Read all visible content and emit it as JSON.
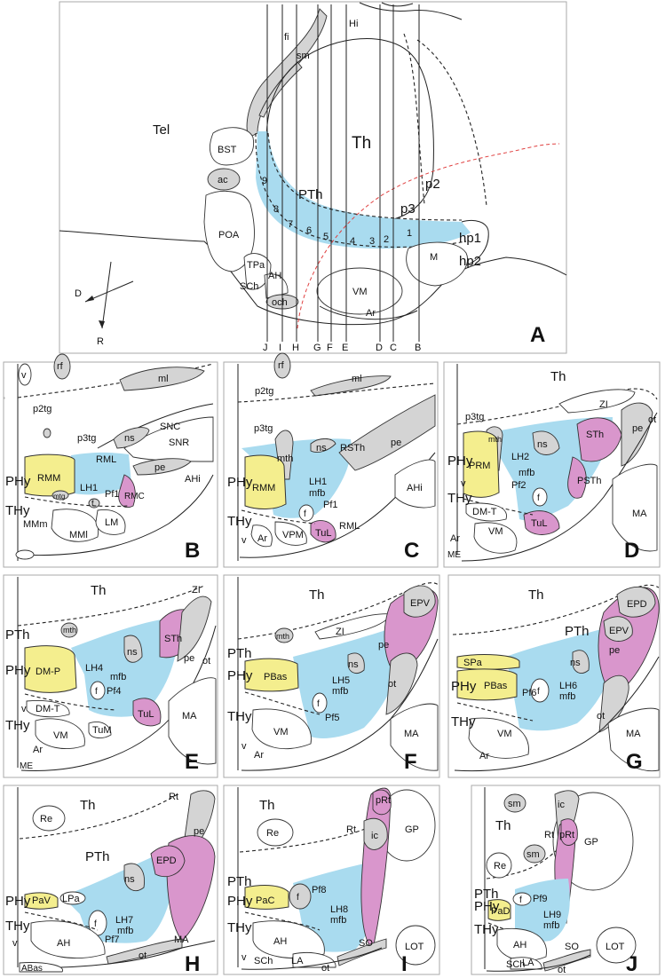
{
  "colors": {
    "blue": "#a9dbef",
    "yellow": "#f4ee8e",
    "magenta": "#d996cc",
    "grey": "#d4d4d4"
  },
  "panelA": {
    "letter": "A",
    "regions": {
      "tel": "Tel",
      "th": "Th",
      "pth": "PTh",
      "p2": "p2",
      "p3": "p3",
      "hp1": "hp1",
      "hp2": "hp2",
      "hi": "Hi",
      "fi": "fi",
      "sm": "sm",
      "bst": "BST",
      "ac": "ac",
      "poa": "POA",
      "tpa": "TPa",
      "ah": "AH",
      "sch": "SCh",
      "och": "och",
      "vm": "VM",
      "ar": "Ar",
      "m": "M"
    },
    "numbers": [
      "1",
      "2",
      "3",
      "4",
      "5",
      "6",
      "7",
      "8",
      "9"
    ],
    "axis": {
      "d": "D",
      "r": "R"
    },
    "sections": [
      "J",
      "I",
      "H",
      "G",
      "F",
      "E",
      "D",
      "C",
      "B"
    ]
  },
  "panelB": {
    "letter": "B",
    "labels": {
      "v": "v",
      "rf": "rf",
      "ml": "ml",
      "p2tg": "p2tg",
      "p3tg": "p3tg",
      "snc": "SNC",
      "snr": "SNR",
      "ns": "ns",
      "rml": "RML",
      "pe": "pe",
      "ahi": "AHi",
      "phy": "PHy",
      "rmm": "RMM",
      "mtg": "mtg",
      "lh": "LH1",
      "pf": "Pf1",
      "f": "f",
      "rmc": "RMC",
      "thy": "THy",
      "mmm": "MMm",
      "mml": "MMl",
      "lm": "LM"
    }
  },
  "panelC": {
    "letter": "C",
    "labels": {
      "rf": "rf",
      "ml": "ml",
      "p2tg": "p2tg",
      "p3tg": "p3tg",
      "mth": "mth",
      "ns": "ns",
      "rsth": "RSTh",
      "pe": "pe",
      "ahi": "AHi",
      "phy": "PHy",
      "rmm": "RMM",
      "lh": "LH1",
      "mfb": "mfb",
      "f": "f",
      "pf": "Pf1",
      "thy": "THy",
      "v": "v",
      "ar": "Ar",
      "vpm": "VPM",
      "tul": "TuL",
      "rml": "RML"
    }
  },
  "panelD": {
    "letter": "D",
    "labels": {
      "th": "Th",
      "zi": "ZI",
      "p3tg": "p3tg",
      "mth": "mth",
      "sth": "STh",
      "pe": "pe",
      "ot": "ot",
      "phy": "PHy",
      "prm": "PRM",
      "lh": "LH2",
      "ns": "ns",
      "mfb": "mfb",
      "pf": "Pf2",
      "f": "f",
      "psth": "PSTh",
      "v": "v",
      "thy": "THy",
      "dmt": "DM-T",
      "vm": "VM",
      "tul": "TuL",
      "ar": "Ar",
      "me": "ME",
      "ma": "MA"
    }
  },
  "panelE": {
    "letter": "E",
    "labels": {
      "th": "Th",
      "zi": "ZI",
      "pth": "PTh",
      "mth": "mth",
      "sth": "STh",
      "pe": "pe",
      "ot": "ot",
      "phy": "PHy",
      "dmp": "DM-P",
      "lh": "LH4",
      "ns": "ns",
      "mfb": "mfb",
      "f": "f",
      "pf": "Pf4",
      "ma": "MA",
      "v": "v",
      "dmt": "DM-T",
      "thy": "THy",
      "vm": "VM",
      "tum": "TuM",
      "tul": "TuL",
      "ar": "Ar",
      "me": "ME"
    }
  },
  "panelF": {
    "letter": "F",
    "labels": {
      "th": "Th",
      "mth": "mth",
      "zi": "ZI",
      "epv": "EPV",
      "pth": "PTh",
      "ns": "ns",
      "pe": "pe",
      "phy": "PHy",
      "pbas": "PBas",
      "lh": "LH5",
      "mfb": "mfb",
      "ot": "ot",
      "f": "f",
      "pf": "Pf5",
      "thy": "THy",
      "ma": "MA",
      "vm": "VM",
      "v": "v",
      "ar": "Ar"
    }
  },
  "panelG": {
    "letter": "G",
    "labels": {
      "th": "Th",
      "epd": "EPD",
      "pth": "PTh",
      "epv": "EPV",
      "spa": "SPa",
      "ns": "ns",
      "pe": "pe",
      "phy": "PHy",
      "pbas": "PBas",
      "pf": "Pf6",
      "f": "f",
      "lh": "LH6",
      "mfb": "mfb",
      "thy": "THy",
      "vm": "VM",
      "ot": "ot",
      "ma": "MA",
      "ar": "Ar"
    }
  },
  "panelH": {
    "letter": "H",
    "labels": {
      "rt": "Rt",
      "pe": "pe",
      "th": "Th",
      "re": "Re",
      "pth": "PTh",
      "epd": "EPD",
      "ns": "ns",
      "phy": "PHy",
      "pav": "PaV",
      "lpa": "LPa",
      "f": "f",
      "lh": "LH7",
      "mfb": "mfb",
      "pf": "Pf7",
      "thy": "THy",
      "ah": "AH",
      "ma": "MA",
      "ot": "ot",
      "v": "v",
      "abas": "ABas"
    }
  },
  "panelI": {
    "letter": "I",
    "labels": {
      "th": "Th",
      "prt": "pRt",
      "rt": "Rt",
      "ic": "ic",
      "gp": "GP",
      "re": "Re",
      "pth": "PTh",
      "phy": "PHy",
      "pac": "PaC",
      "f": "f",
      "pf": "Pf8",
      "lh": "LH8",
      "mfb": "mfb",
      "thy": "THy",
      "ah": "AH",
      "so": "SO",
      "lot": "LOT",
      "v": "v",
      "sch": "SCh",
      "la": "LA",
      "ot": "ot"
    }
  },
  "panelJ": {
    "letter": "J",
    "labels": {
      "sm_top": "sm",
      "th": "Th",
      "ic": "ic",
      "rt": "Rt",
      "sm": "sm",
      "prt": "pRt",
      "gp": "GP",
      "re": "Re",
      "pth": "PTh",
      "phy": "PHy",
      "pad": "PaD",
      "f": "f",
      "pf": "Pf9",
      "lh": "LH9",
      "mfb": "mfb",
      "thy": "THy",
      "ah": "AH",
      "so": "SO",
      "sch": "SCh",
      "la": "LA",
      "lot": "LOT",
      "ot": "ot"
    }
  }
}
